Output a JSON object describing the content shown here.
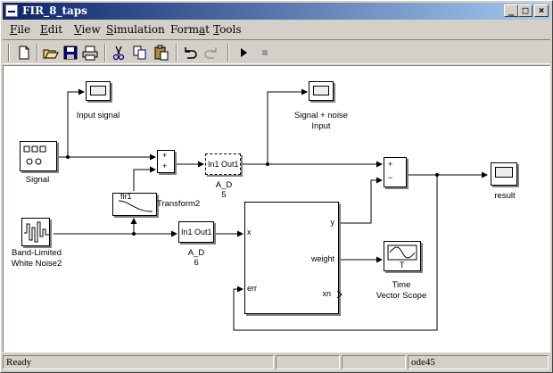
{
  "window": {
    "title": "FIR_8_taps",
    "controls": {
      "minimize": "_",
      "maximize": "□",
      "close": "×"
    }
  },
  "menu": [
    {
      "label": "File",
      "key": "F",
      "rest": "ile"
    },
    {
      "label": "Edit",
      "key": "E",
      "rest": "dit"
    },
    {
      "label": "View",
      "key": "V",
      "rest": "iew"
    },
    {
      "label": "Simulation",
      "key": "S",
      "rest": "imulation"
    },
    {
      "label": "Format",
      "pre": "Form",
      "key": "a",
      "rest": "t"
    },
    {
      "label": "Tools",
      "key": "T",
      "rest": "ools"
    }
  ],
  "toolbar": {
    "new": "new-icon",
    "open": "open-icon",
    "save": "save-icon",
    "print": "print-icon",
    "cut": "cut-icon",
    "copy": "copy-icon",
    "paste": "paste-icon",
    "undo": "undo-icon",
    "redo": "redo-icon",
    "start": "start-icon",
    "stop": "stop-icon"
  },
  "blocks": {
    "input_scope": "Input signal",
    "noise_scope": "Signal + noise\nInput",
    "signal": "Signal",
    "sum1_top": "+",
    "sum1_bot": "+",
    "transform": "Transform2",
    "transform_inner": "fir1",
    "ad5_inner": "In1 Out1",
    "ad5_name": "A_D",
    "ad5_num": "5",
    "sum2_top": "+",
    "sum2_bot": "−",
    "result": "result",
    "noise_src": "Band-Limited\nWhite Noise2",
    "ad6_inner": "In1 Out1",
    "ad6_name": "A_D",
    "ad6_num": "6",
    "lms_x": "x",
    "lms_y": "y",
    "lms_weight": "weight",
    "lms_err": "err",
    "lms_xn": "xn",
    "vscope_name": "Time\nVector Scope",
    "vscope_t": "T"
  },
  "status": {
    "state": "Ready",
    "solver": "ode45"
  }
}
